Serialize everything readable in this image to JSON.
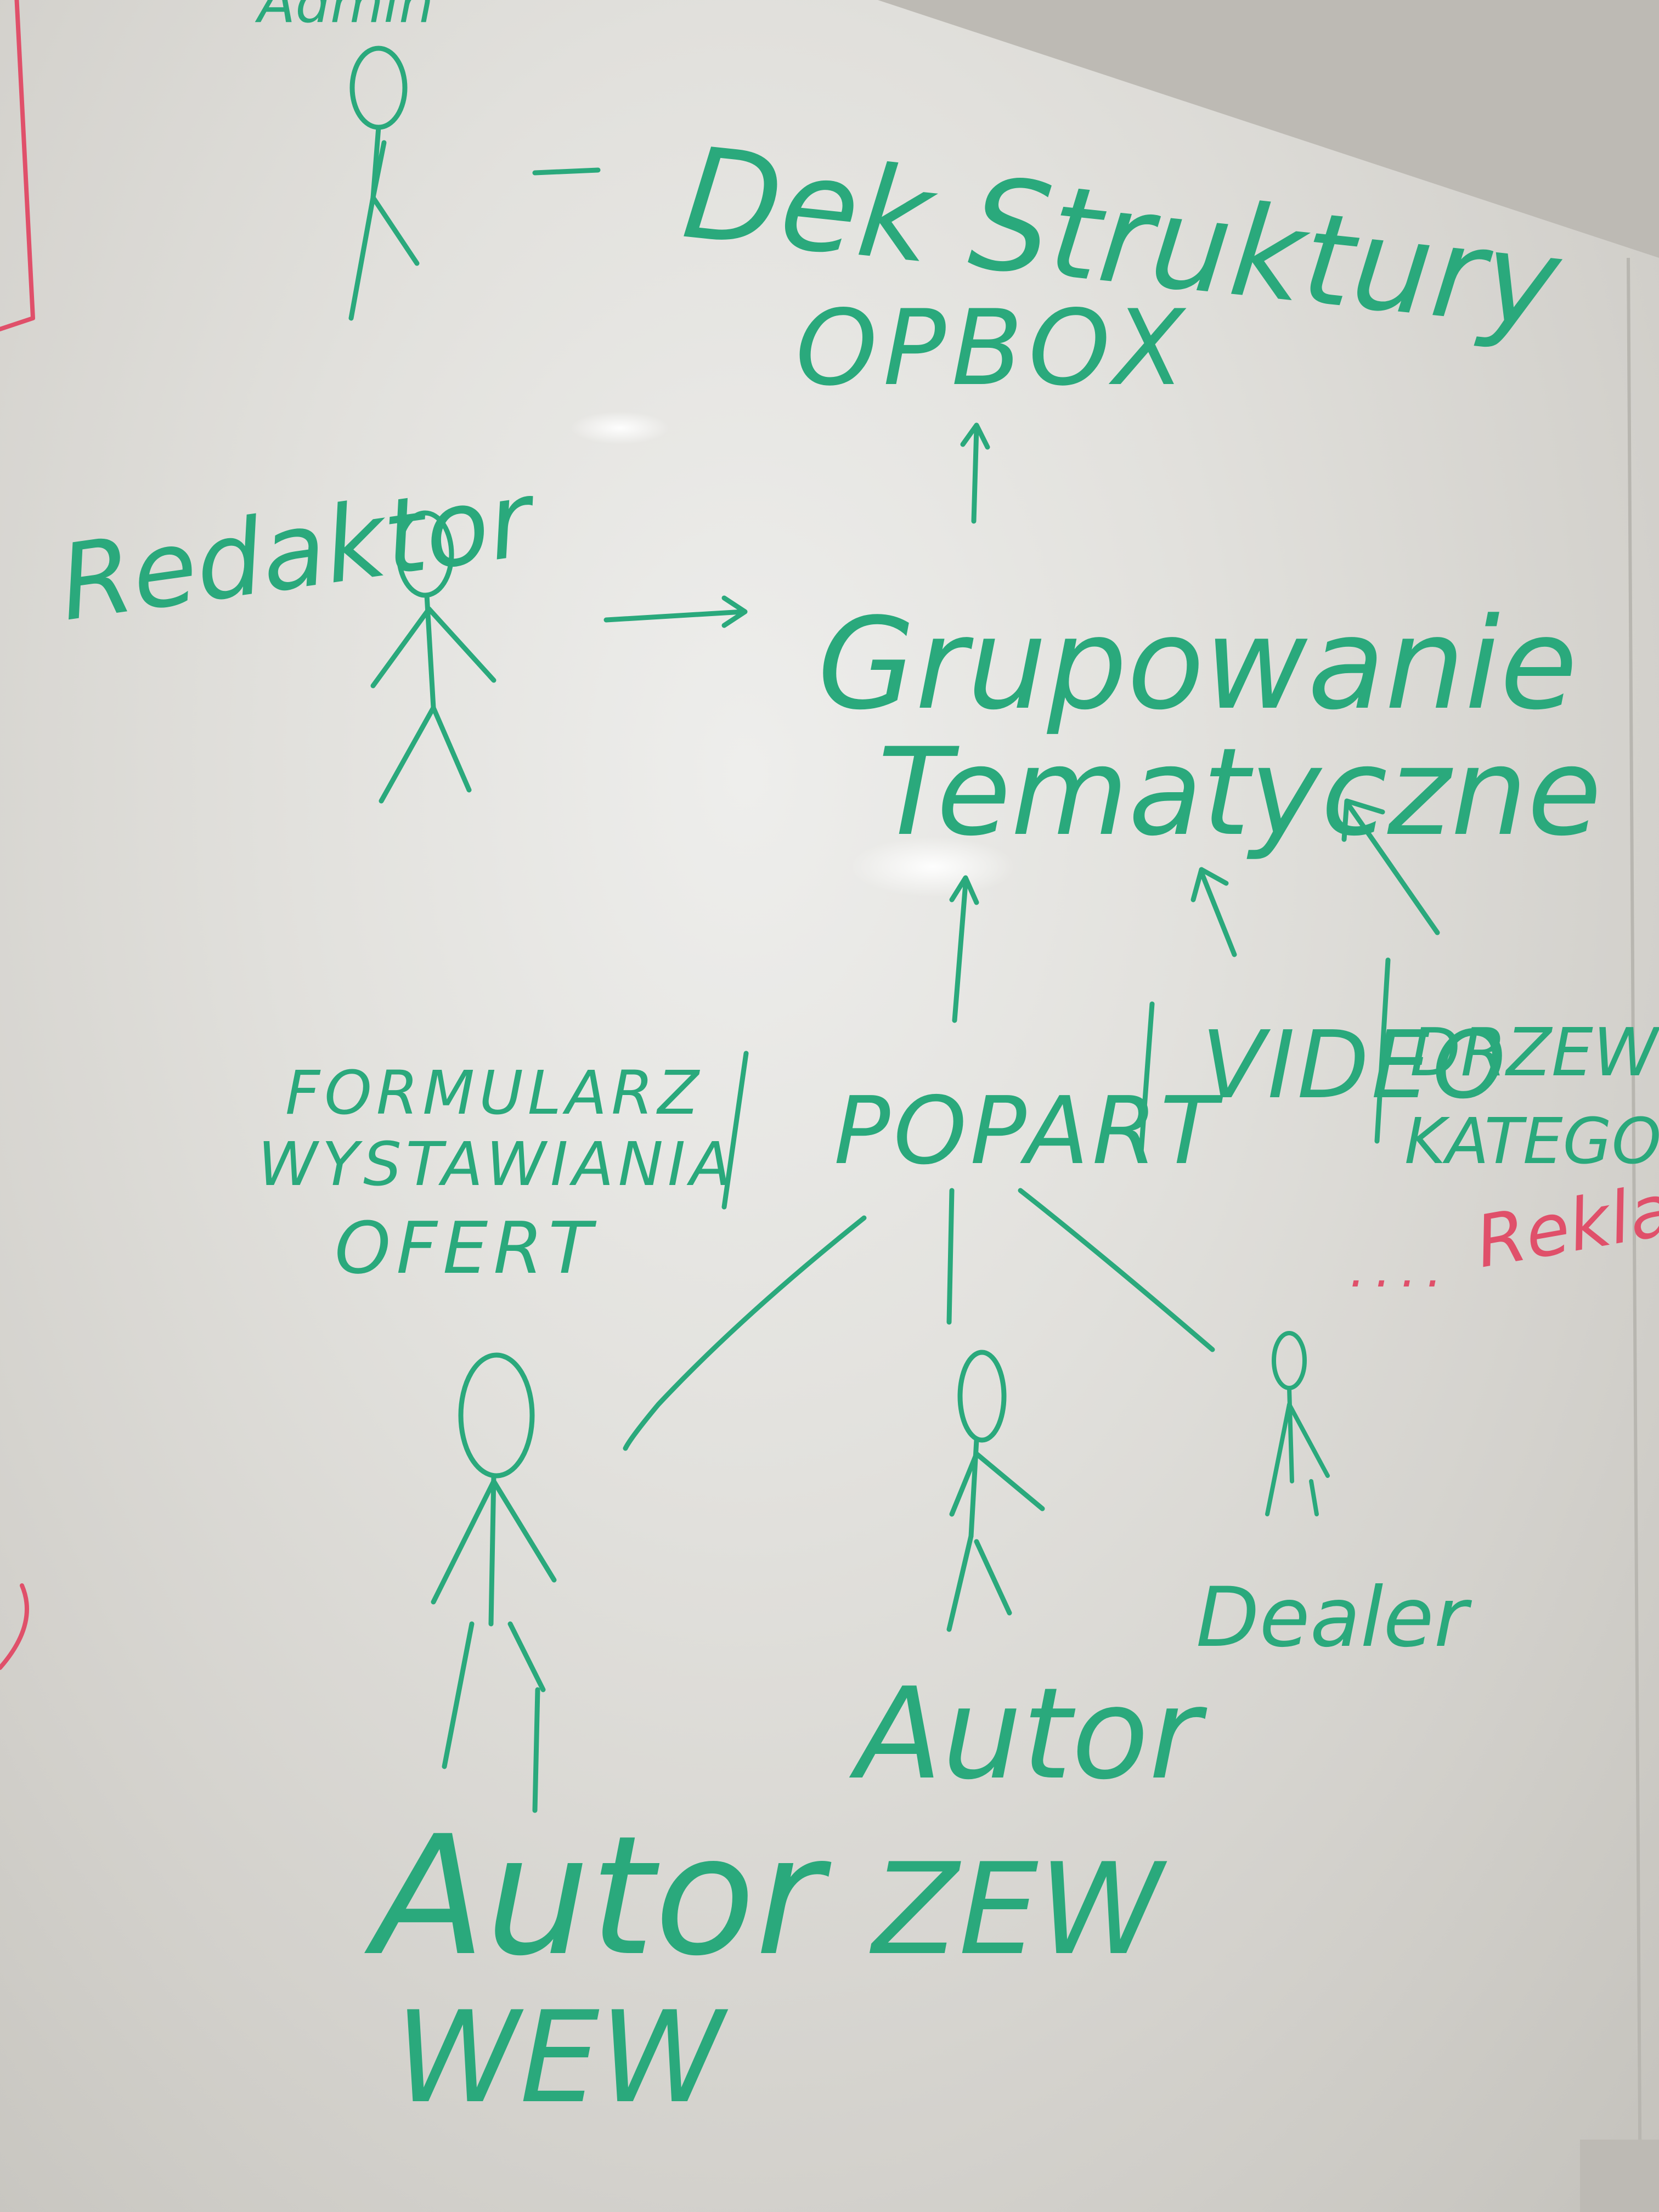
{
  "whiteboard": {
    "top_left_word": "Admin",
    "top_label_line1": "Dek Struktury",
    "top_label_line2": "OPBOX",
    "redaktor_label": "Redaktor",
    "center_label_line1": "Grupowanie",
    "center_label_line2": "Tematyczne",
    "source_formularz_line1": "FORMULARZ",
    "source_formularz_line2": "WYSTAWIANIA",
    "source_formularz_line3": "OFERT",
    "source_popart": "POPART",
    "source_video": "VIDEO",
    "source_drzewo_line1": "DRZEWO",
    "source_drzewo_line2": "KATEGORII",
    "red_note": "Reklama",
    "red_dots": "....",
    "actor_left_line1": "Autor",
    "actor_left_line2": "WEW",
    "actor_middle_line1": "Autor",
    "actor_middle_line2": "ZEW",
    "actor_right": "Dealer"
  },
  "colors": {
    "green_marker": "#2aa97c",
    "red_marker": "#e0506a",
    "board": "#e4e3df"
  }
}
